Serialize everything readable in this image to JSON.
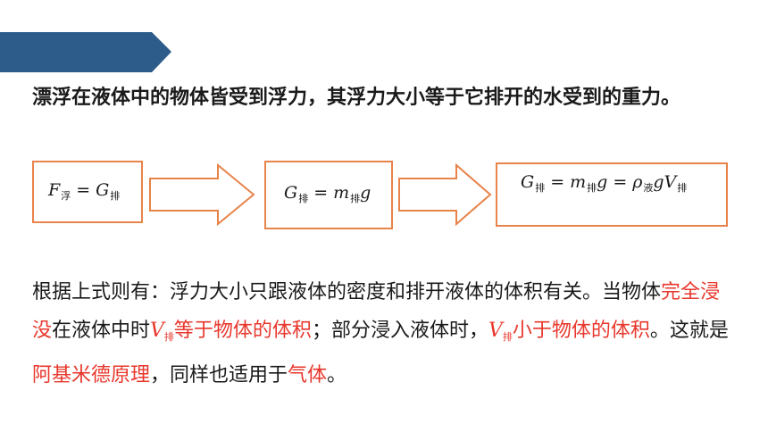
{
  "banner": {
    "title": "实验小结"
  },
  "intro": {
    "text": "漂浮在液体中的物体皆受到浮力，其浮力大小等于它排开的水受到的重力。"
  },
  "formulas": {
    "f1": {
      "a": "F",
      "a_sub": "浮",
      "eq": "=",
      "b": "G",
      "b_sub": "排"
    },
    "f2": {
      "a": "G",
      "a_sub": "排",
      "eq": "=",
      "b": "m",
      "b_sub": "排",
      "c": "g"
    },
    "f3": {
      "a": "G",
      "a_sub": "排",
      "eq1": "=",
      "b": "m",
      "b_sub": "排",
      "c": "g",
      "eq2": "=",
      "d": "ρ",
      "d_sub": "液",
      "e": "gV",
      "e_sub": "排"
    }
  },
  "body": {
    "p1": "根据上式则有：浮力大小只跟液体的密度和排开液体的体积有关。当物体",
    "p2_red": "完全浸没",
    "p3": "在液体中时",
    "v1": "V",
    "v1_sub": "排",
    "p4_red": "等于物体的体积",
    "p5": "；部分浸入液体时，",
    "v2": "V",
    "v2_sub": "排",
    "p6_red": "小于物体的体积",
    "p7": "。这就是",
    "p8_red": "阿基米德原理",
    "p9": "，同样也适用于",
    "p10_red": "气体",
    "p11": "。"
  },
  "colors": {
    "banner": "#2e5c8a",
    "box_border": "#e8834a",
    "highlight": "#e8372c"
  }
}
